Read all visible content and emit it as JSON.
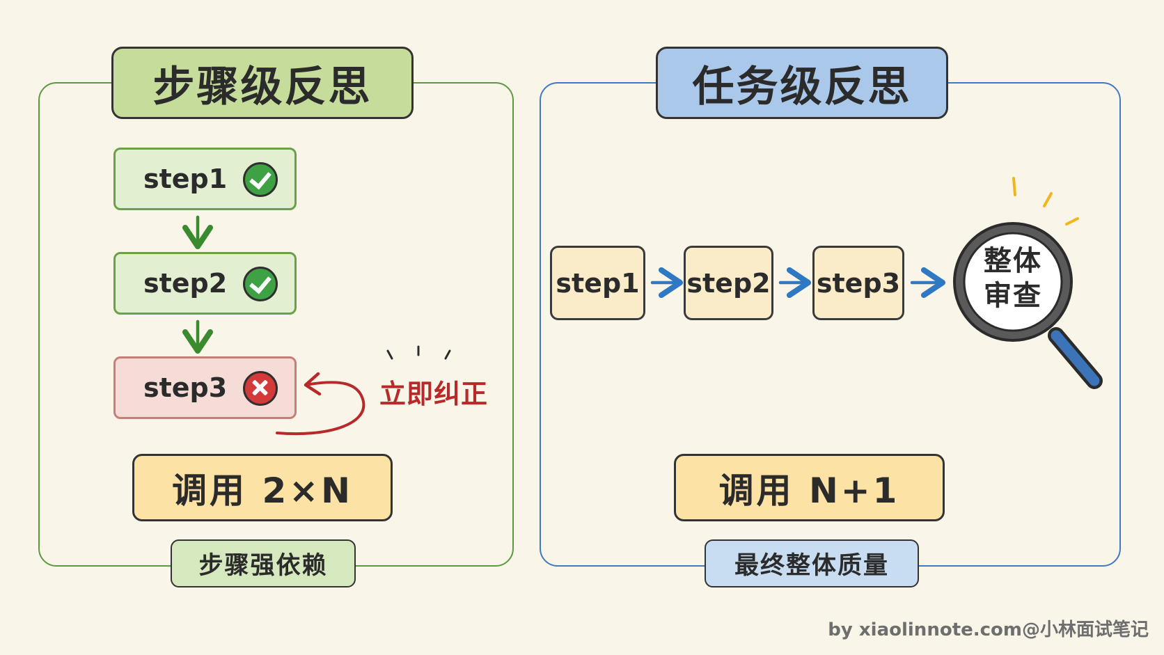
{
  "left": {
    "title": "步骤级反思",
    "steps": [
      {
        "label": "step1",
        "status": "check-icon"
      },
      {
        "label": "step2",
        "status": "check-icon"
      },
      {
        "label": "step3",
        "status": "cross-icon"
      }
    ],
    "correction_label": "立即纠正",
    "calls": "调用 2×N",
    "tag": "步骤强依赖"
  },
  "right": {
    "title": "任务级反思",
    "steps": [
      {
        "label": "step1"
      },
      {
        "label": "step2"
      },
      {
        "label": "step3"
      }
    ],
    "review_line1": "整体",
    "review_line2": "审查",
    "calls": "调用 N+1",
    "tag": "最终整体质量"
  },
  "credit": "by xiaolinnote.com@小林面试笔记",
  "colors": {
    "left_accent": "#5a9a3e",
    "right_accent": "#3f79c0",
    "error": "#b82a2a",
    "background": "#faf5e9"
  }
}
